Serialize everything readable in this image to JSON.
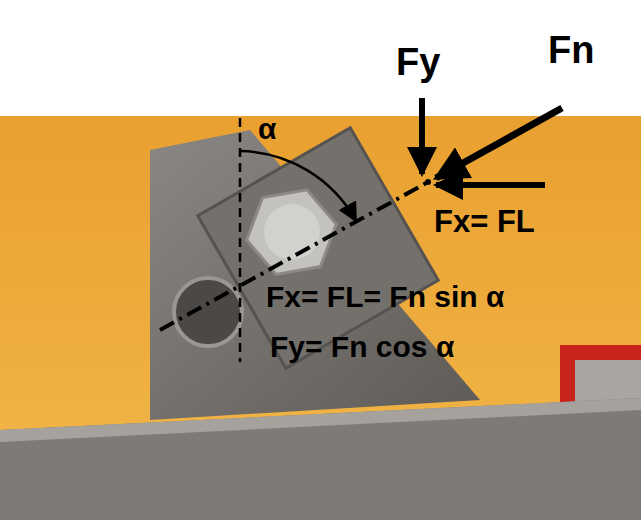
{
  "diagram": {
    "labels": [
      "Fy",
      "Fn",
      "Fx= FL",
      "α",
      "Fx= FL= Fn sin α",
      "Fy= Fn cos α"
    ]
  }
}
